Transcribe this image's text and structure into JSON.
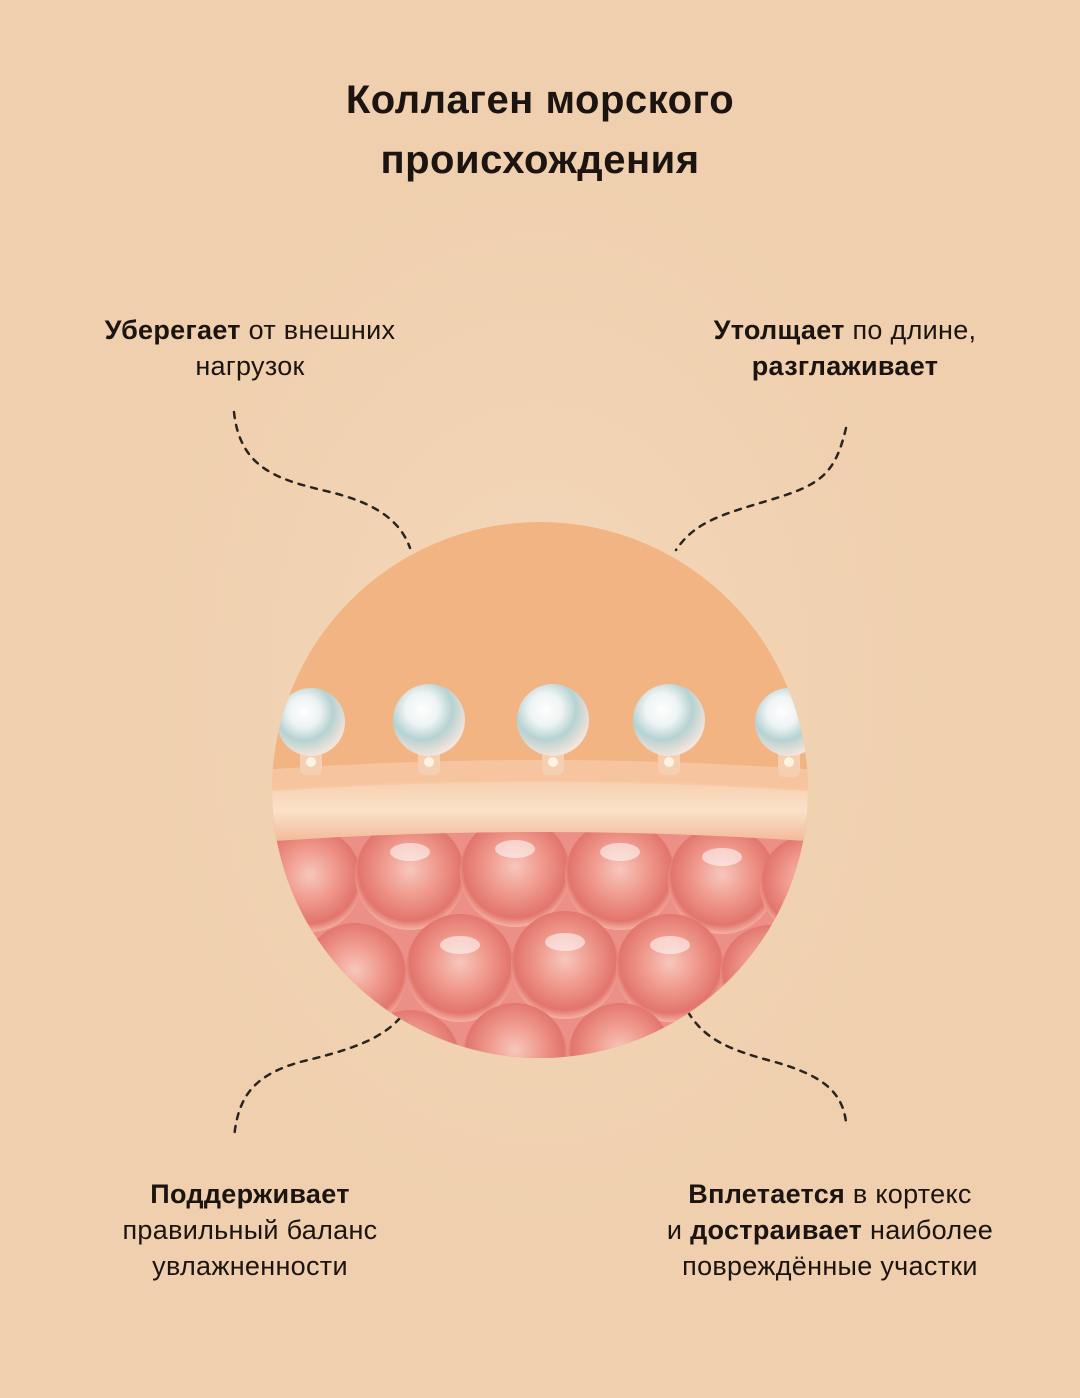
{
  "title": {
    "line1": "Коллаген морского",
    "line2": "происхождения"
  },
  "features": {
    "top_left": {
      "bold": "Уберегает",
      "rest1": " от внешних",
      "line2": "нагрузок"
    },
    "top_right": {
      "bold": "Утолщает",
      "rest1": " по длине,",
      "line2_bold": "разглаживает"
    },
    "bottom_left": {
      "line1_bold": "Поддерживает",
      "line2": "правильный баланс",
      "line3": "увлажненности"
    },
    "bottom_right": {
      "line1_bold": "Вплетается",
      "line1_rest": " в кортекс",
      "line2_pre": "и ",
      "line2_bold": "достраивает",
      "line2_rest": " наиболее",
      "line3": "повреждённые участки"
    }
  },
  "colors": {
    "background": "#efcfae",
    "circle_top": "#f2b482",
    "cells": "#e98a82",
    "pearl": "#f1efee"
  }
}
